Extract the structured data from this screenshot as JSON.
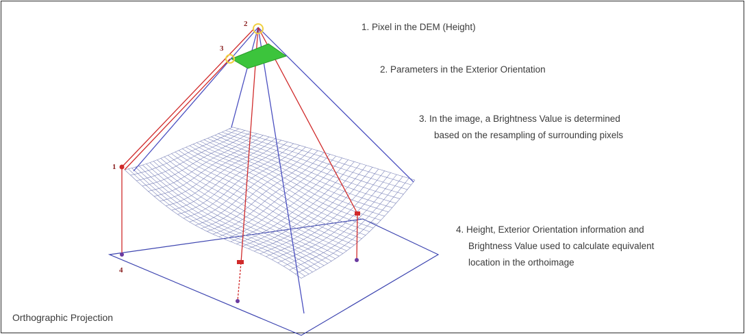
{
  "steps": [
    {
      "text": "1. Pixel in the DEM (Height)"
    },
    {
      "text": "2. Parameters in the Exterior Orientation"
    },
    {
      "lines": [
        "3. In the image, a Brightness Value is determined",
        "based on the resampling of surrounding pixels"
      ]
    },
    {
      "lines": [
        "4. Height, Exterior Orientation information and",
        "Brightness Value used to calculate equivalent",
        "location in the orthoimage"
      ]
    }
  ],
  "point_labels": {
    "p1": "1",
    "p2": "2",
    "p3": "3",
    "p4": "4"
  },
  "projection_label": "Orthographic Projection",
  "colors": {
    "blue_lines": "#4a4fc0",
    "red_lines": "#d02a2a",
    "image_plane": "#3cc43c",
    "mesh": "#7a82b8",
    "highlight": "#f0d040"
  }
}
